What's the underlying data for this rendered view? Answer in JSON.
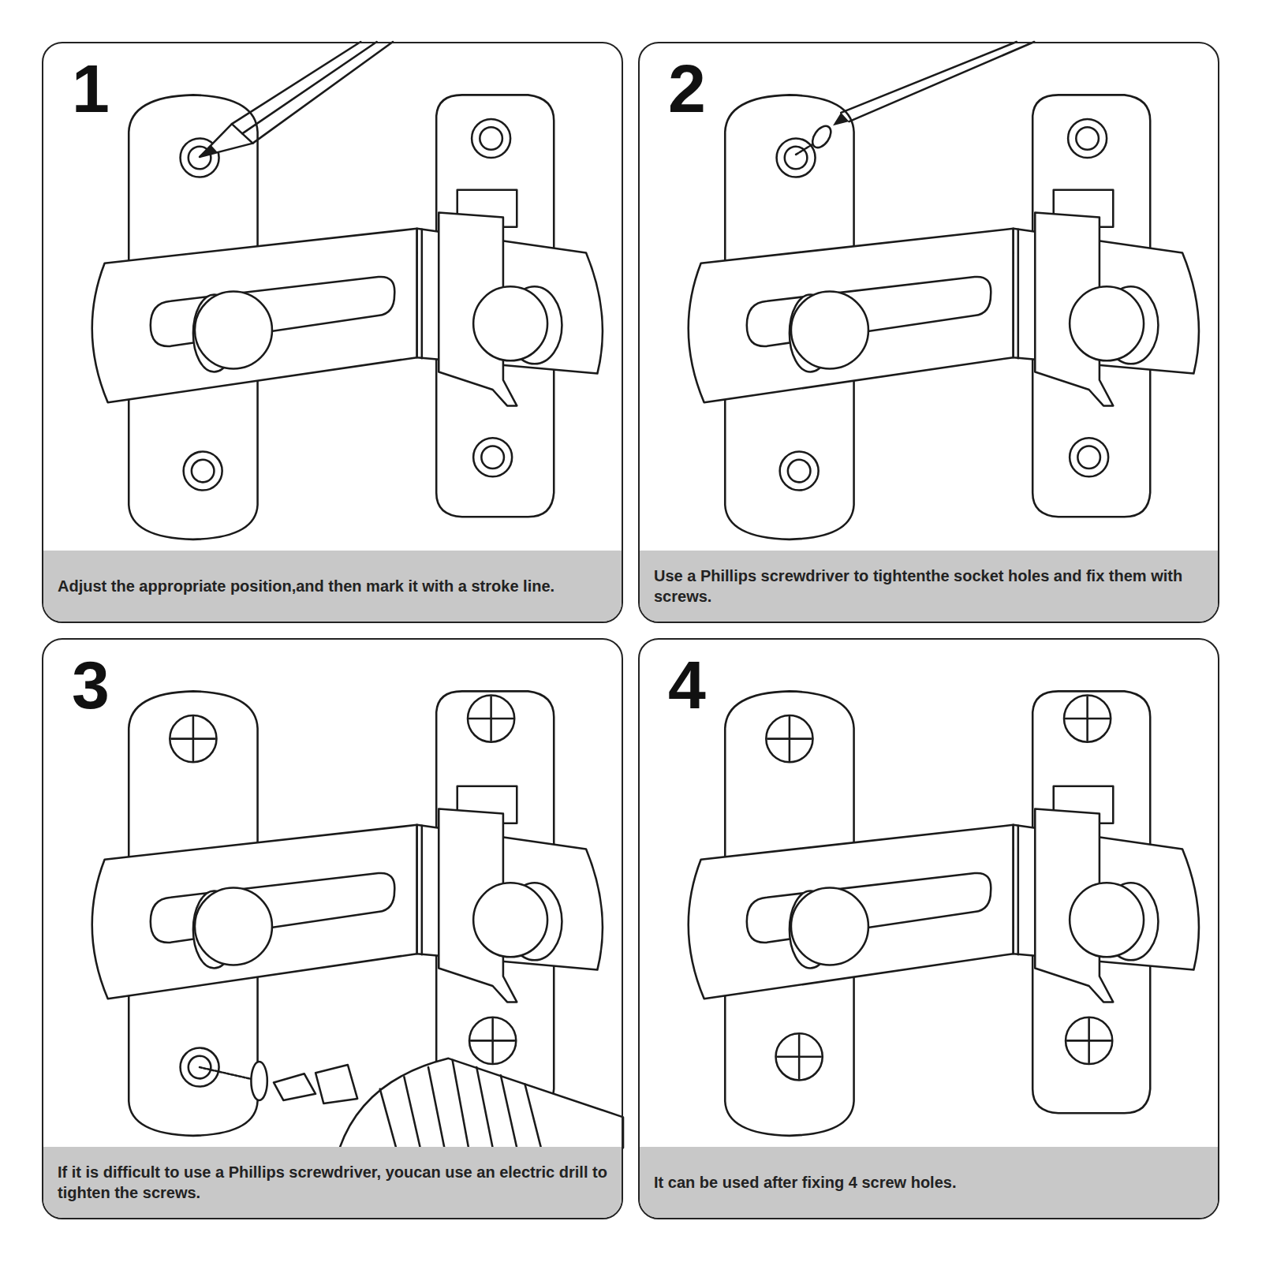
{
  "diagram": {
    "nodes": [
      {
        "text": [
          "1",
          "Adjust the appropriate position,and then mark it with a stroke line."
        ]
      },
      {
        "text": [
          "2",
          "Use a Phillips screwdriver to tightenthe socket holes and fix them with screws."
        ]
      },
      {
        "text": [
          "3",
          "If it is difficult to use a Phillips screwdriver, youcan use an electric drill to tighten the screws."
        ]
      },
      {
        "text": [
          "4",
          "It can be used after fixing 4 screw holes."
        ]
      }
    ]
  }
}
